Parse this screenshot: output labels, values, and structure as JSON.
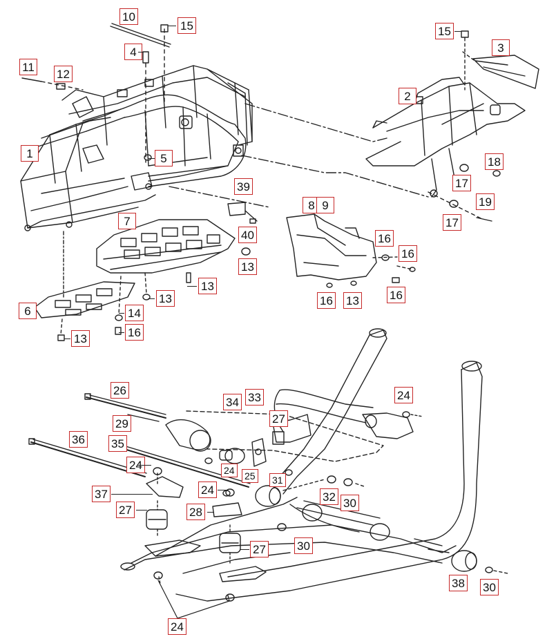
{
  "callouts": {
    "c1": "1",
    "c2": "2",
    "c3": "3",
    "c4": "4",
    "c5": "5",
    "c6": "6",
    "c7": "7",
    "c8": "8",
    "c9": "9",
    "c10": "10",
    "c11": "11",
    "c12": "12",
    "c13a": "13",
    "c13b": "13",
    "c13c": "13",
    "c13d": "13",
    "c13e": "13",
    "c14": "14",
    "c15a": "15",
    "c15b": "15",
    "c16a": "16",
    "c16b": "16",
    "c16c": "16",
    "c16d": "16",
    "c16e": "16",
    "c17a": "17",
    "c17b": "17",
    "c18": "18",
    "c19": "19",
    "c39": "39",
    "c40": "40",
    "c24a": "24",
    "c24b": "24",
    "c24c": "24",
    "c24d": "24",
    "c24e": "24",
    "c25": "25",
    "c26": "26",
    "c27a": "27",
    "c27b": "27",
    "c27c": "27",
    "c28": "28",
    "c29": "29",
    "c30a": "30",
    "c30b": "30",
    "c30c": "30",
    "c31": "31",
    "c32": "32",
    "c33": "33",
    "c34": "34",
    "c35": "35",
    "c36": "36",
    "c37": "37",
    "c38": "38"
  },
  "colors": {
    "callout_border": "#c62828",
    "line": "#222222",
    "background": "#ffffff"
  }
}
